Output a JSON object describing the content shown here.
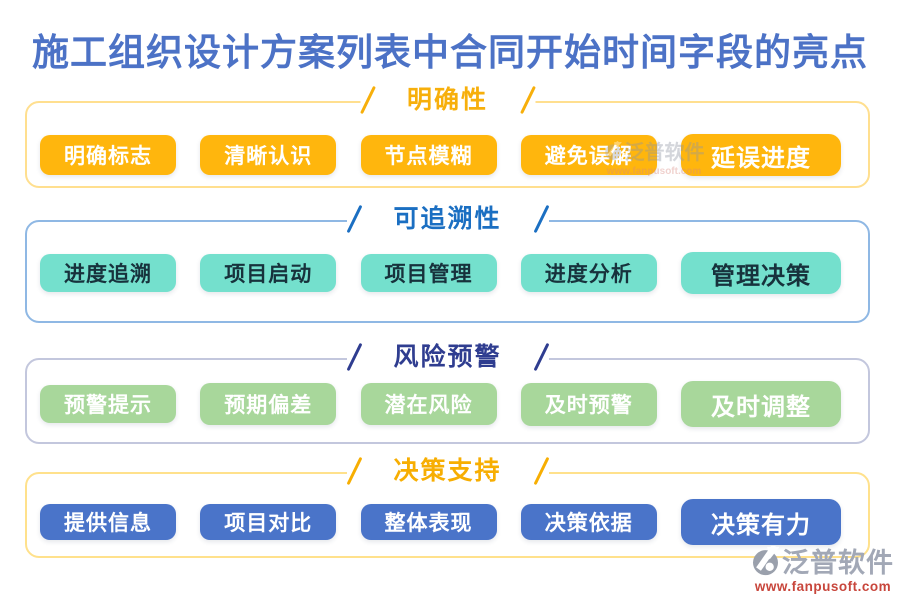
{
  "page": {
    "title": "施工组织设计方案列表中合同开始时间字段的亮点",
    "title_color": "#4C72C6",
    "background_color": "#FFFFFF"
  },
  "sections": [
    {
      "title": "明确性",
      "title_color": "#F7AF0B",
      "border_color": "#FFDF8F",
      "button_bg": "#FFB60D",
      "button_text_color": "#FFFFFF",
      "buttons": [
        "明确标志",
        "清晰认识",
        "节点模糊",
        "避免误解",
        "延误进度"
      ]
    },
    {
      "title": "可追溯性",
      "title_color": "#1B6FC2",
      "border_color": "#8FB8E4",
      "button_bg": "#74E0CD",
      "button_text_color": "#17323C",
      "buttons": [
        "进度追溯",
        "项目启动",
        "项目管理",
        "进度分析",
        "管理决策"
      ]
    },
    {
      "title": "风险预警",
      "title_color": "#2F3D90",
      "border_color": "#C3C7DD",
      "button_bg": "#A8D79B",
      "button_text_color": "#FFFFFF",
      "buttons": [
        "预警提示",
        "预期偏差",
        "潜在风险",
        "及时预警",
        "及时调整"
      ]
    },
    {
      "title": "决策支持",
      "title_color": "#F7AE02",
      "border_color": "#FFE18C",
      "button_bg": "#4A74C9",
      "button_text_color": "#FFFFFF",
      "buttons": [
        "提供信息",
        "项目对比",
        "整体表现",
        "决策依据",
        "决策有力"
      ]
    }
  ],
  "watermark": {
    "brand": "泛普软件",
    "url": "www.fanpusoft.com",
    "brand_color": "#A2A8B6",
    "url_color": "#C8463C",
    "logo_icon": "fanpu-logo-icon"
  }
}
